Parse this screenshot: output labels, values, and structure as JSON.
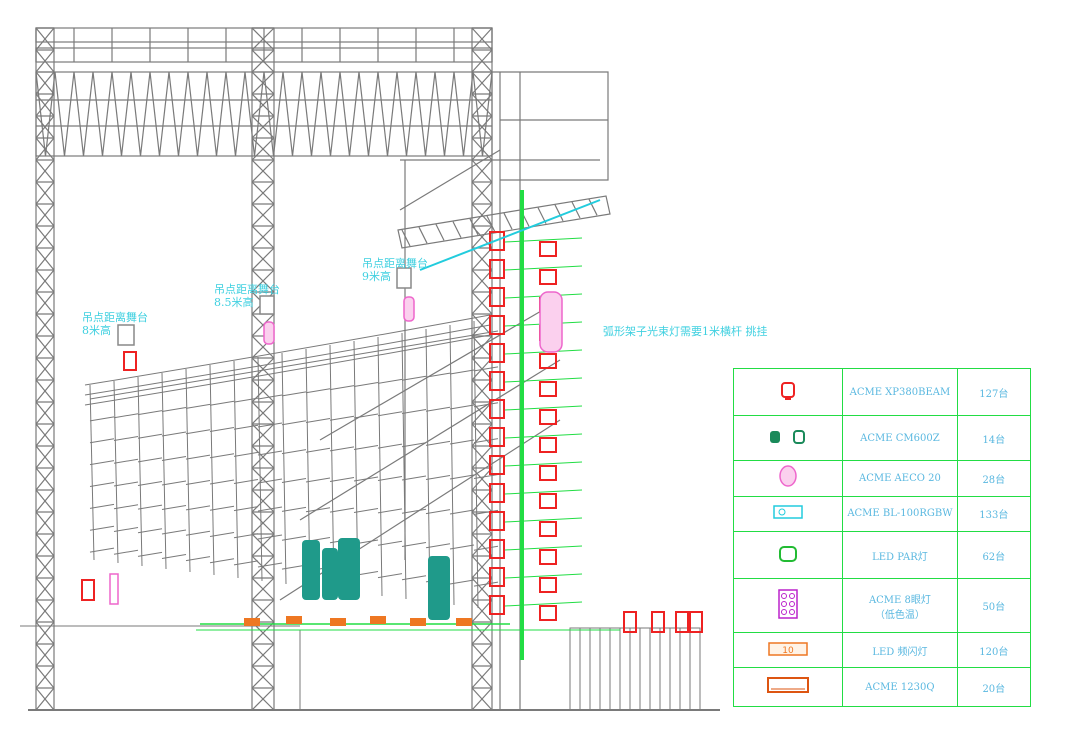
{
  "annotations": {
    "note1_line1": "吊点距离舞台",
    "note1_line2": "8米高",
    "note2_line1": "吊点距离舞台",
    "note2_line2": "8.5米高",
    "note3_line1": "吊点距离舞台",
    "note3_line2": "9米高",
    "note4": "弧形架子光束灯需要1米横杆 挑挂"
  },
  "legend": {
    "rows": [
      {
        "icon": "beam-fixture-icon",
        "name": "ACME XP380BEAM",
        "count": "127台",
        "color": "#ee2222"
      },
      {
        "icon": "wash-fixture-icon",
        "name": "ACME CM600Z",
        "count": "14台",
        "color": "#1a8a5a"
      },
      {
        "icon": "profile-fixture-icon",
        "name": "ACME AECO 20",
        "count": "28台",
        "color": "#ee66cc"
      },
      {
        "icon": "led-bar-icon",
        "name": "ACME BL-100RGBW",
        "count": "133台",
        "color": "#22ccdd"
      },
      {
        "icon": "par-light-icon",
        "name": "LED PAR灯",
        "count": "62台",
        "color": "#22bb33"
      },
      {
        "icon": "eight-eye-light-icon",
        "name": "ACME 8眼灯",
        "name2": "（低色温）",
        "count": "50台",
        "color": "#bb22cc"
      },
      {
        "icon": "strobe-light-icon",
        "name": "LED 频闪灯",
        "count": "120台",
        "color": "#ee7722",
        "label": "10"
      },
      {
        "icon": "strobe-1230q-icon",
        "name": "ACME 1230Q",
        "count": "20台",
        "color": "#dd5511"
      }
    ]
  },
  "colors": {
    "truss": "#7a7a7a",
    "green": "#22dd44",
    "cyan": "#22ccdd",
    "red": "#ee2222",
    "pink": "#ee66cc",
    "teal": "#1f9a8a",
    "orange": "#ee7722"
  }
}
